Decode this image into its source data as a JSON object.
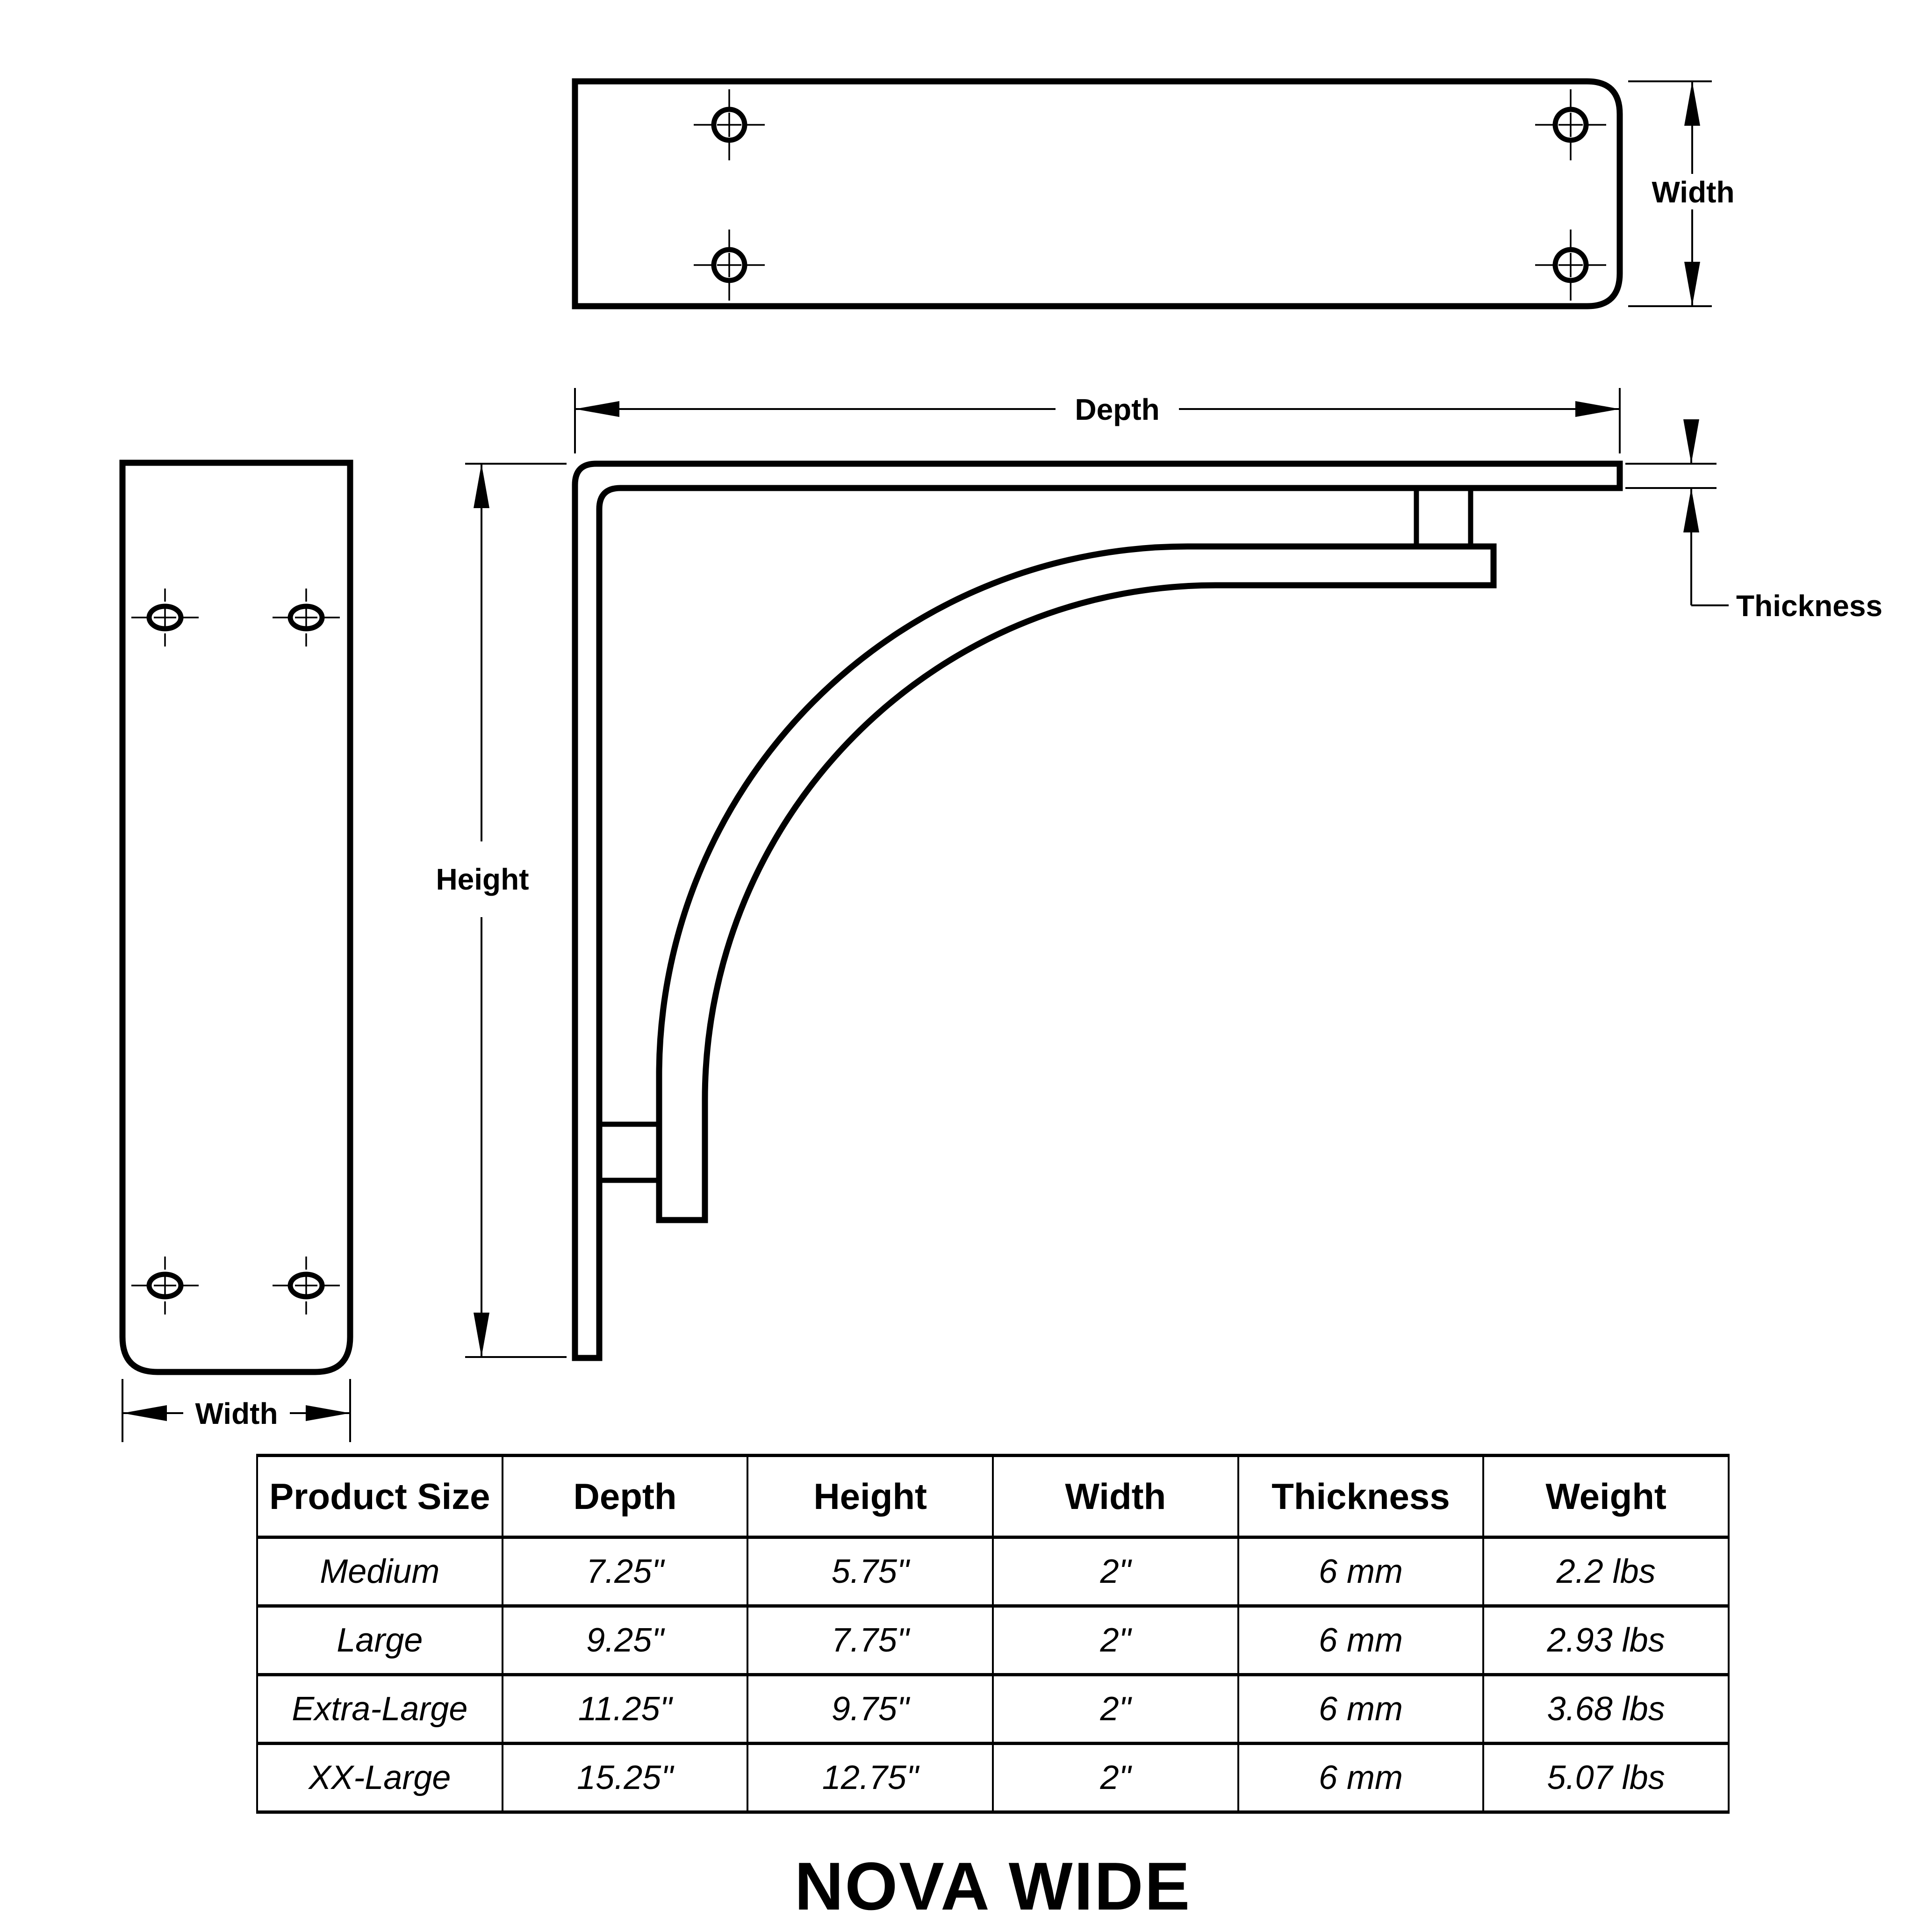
{
  "title": "NOVA WIDE",
  "colors": {
    "line": "#000000",
    "background": "#ffffff"
  },
  "drawing": {
    "top_view": {
      "width_label": "Width"
    },
    "front_view": {
      "depth_label": "Depth",
      "height_label": "Height",
      "thickness_label": "Thickness"
    },
    "side_view": {
      "width_label": "Width"
    }
  },
  "table": {
    "headers": [
      "Product Size",
      "Depth",
      "Height",
      "Width",
      "Thickness",
      "Weight"
    ],
    "rows": [
      [
        "Medium",
        "7.25\"",
        "5.75\"",
        "2\"",
        "6 mm",
        "2.2 lbs"
      ],
      [
        "Large",
        "9.25\"",
        "7.75\"",
        "2\"",
        "6 mm",
        "2.93 lbs"
      ],
      [
        "Extra-Large",
        "11.25\"",
        "9.75\"",
        "2\"",
        "6 mm",
        "3.68 lbs"
      ],
      [
        "XX-Large",
        "15.25\"",
        "12.75\"",
        "2\"",
        "6 mm",
        "5.07 lbs"
      ]
    ]
  }
}
